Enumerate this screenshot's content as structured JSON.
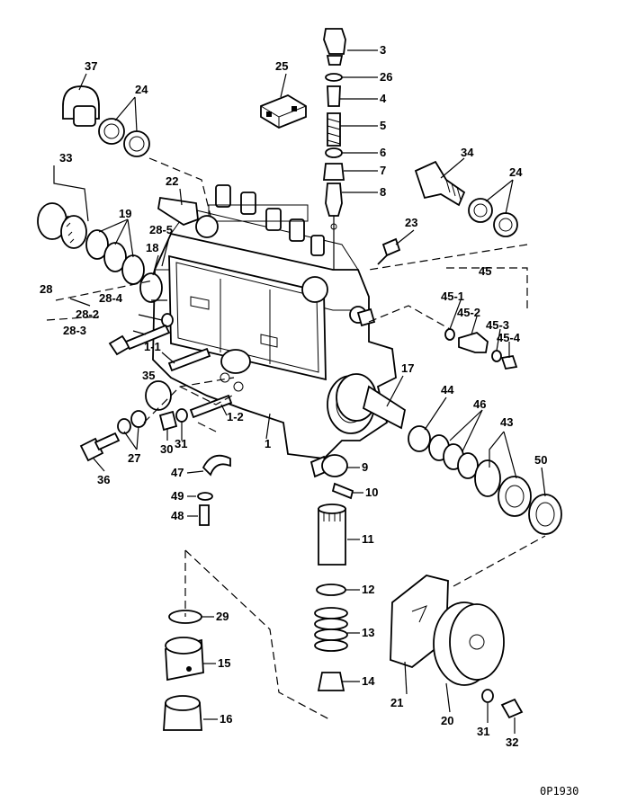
{
  "diagram": {
    "labels": [
      "3",
      "26",
      "4",
      "5",
      "6",
      "7",
      "8",
      "25",
      "37",
      "24",
      "34",
      "24",
      "33",
      "22",
      "19",
      "28-5",
      "18",
      "23",
      "45",
      "45-1",
      "45-2",
      "45-3",
      "45-4",
      "28",
      "28-4",
      "28-2",
      "28-3",
      "1-1",
      "35",
      "17",
      "44",
      "46",
      "43",
      "50",
      "1-2",
      "27",
      "30",
      "31",
      "1",
      "36",
      "9",
      "10",
      "47",
      "49",
      "48",
      "11",
      "12",
      "29",
      "13",
      "15",
      "14",
      "21",
      "20",
      "31",
      "32",
      "16"
    ],
    "reference_code": "0P1930"
  }
}
